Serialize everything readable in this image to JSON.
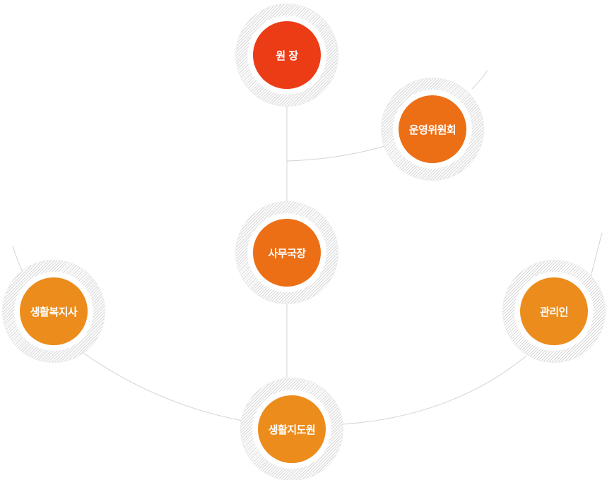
{
  "colors": {
    "director": "#ec3c16",
    "committee": "#ec6f16",
    "secretary": "#ec6f16",
    "welfare": "#ec8c1c",
    "manager": "#ec8c1c",
    "instructor": "#ec8c1c",
    "connector": "#d3d3d3"
  },
  "nodes": {
    "director": {
      "label": "원 장"
    },
    "committee": {
      "label": "운영위원회"
    },
    "secretary": {
      "label": "사무국장"
    },
    "welfare": {
      "label": "생활복지사"
    },
    "manager": {
      "label": "관리인"
    },
    "instructor": {
      "label": "생활지도원"
    }
  }
}
